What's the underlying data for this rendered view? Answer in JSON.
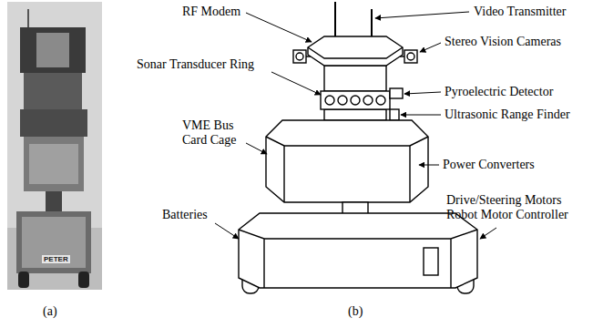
{
  "diagram": {
    "labels": [
      "RF Modem",
      "Video Transmitter",
      "Stereo Vision Cameras",
      "Sonar Transducer Ring",
      "Pyroelectric Detector",
      "Ultrasonic Range Finder",
      "VME Bus Card Cage",
      "Power Converters",
      "Batteries",
      "Drive/Steering Motors Robot Motor Controller",
      "PETER",
      "(a)",
      "(b)"
    ]
  }
}
